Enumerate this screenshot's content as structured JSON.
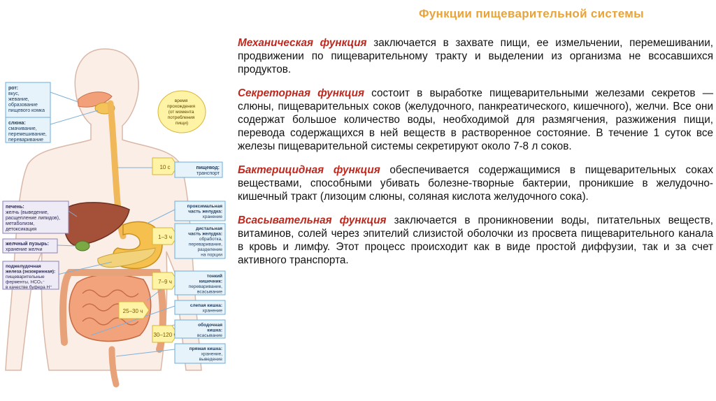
{
  "title": "Функции пищеварительной системы",
  "paragraphs": [
    {
      "term": "Механическая функция",
      "text": " заключается в захвате пищи, ее измельчении, перемешивании, продвижении по пищеварительному тракту и выделении из организма не всосавшихся продуктов."
    },
    {
      "term": "Секреторная функция",
      "text": " состоит в выработке пищеварительными железами секретов — слюны, пищеварительных соков (желудочного, панкреатического, кишечного), желчи. Все они содержат большое количество воды, необходимой для размягчения, разжижения пищи, перевода содержащихся в ней веществ в растворенное состояние. В течение 1 суток все железы пищеварительной системы секретируют около 7-8 л соков."
    },
    {
      "term": "Бактерицидная функция",
      "text": " обеспечивается содержащимися в пищеварительных соках веществами, способными убивать болезне-творные бактерии, проникшие в желудочно-кишечный тракт (лизоцим слюны, соляная кислота желудочного сока)."
    },
    {
      "term": "Всасывательная функция",
      "text": " заключается в проникновении воды, питательных веществ, витаминов, солей через эпителий слизистой оболочки из просвета пищеварительного канала в кровь и лимфу. Этот процесс происходит как в виде простой диффузии, так и за счет активного транспорта."
    }
  ],
  "diagram": {
    "left_labels": [
      {
        "title": "рот:",
        "lines": [
          "вкус,",
          "жевание,",
          "образование",
          "пищевого комка"
        ]
      },
      {
        "title": "слюна:",
        "lines": [
          "смачивание,",
          "перемешивание,",
          "переваривание"
        ]
      },
      {
        "title": "печень:",
        "lines": [
          "желчь (выведение,",
          "расщепление липидов),",
          "метаболизм,",
          "детоксикация"
        ]
      },
      {
        "title": "желчный пузырь:",
        "lines": [
          "хранение желчи"
        ]
      },
      {
        "title": "поджелудочная железа (экзокринная):",
        "lines": [
          "пищеварительные",
          "ферменты, HCO₃⁻",
          "в качестве буфера H⁺"
        ]
      }
    ],
    "right_labels": [
      {
        "title": "пищевод:",
        "lines": [
          "транспорт"
        ]
      },
      {
        "title": "проксимальная часть желудка:",
        "lines": [
          "хранение"
        ]
      },
      {
        "title": "дистальная часть желудка:",
        "lines": [
          "обработка,",
          "переваривание,",
          "разделение",
          "на порции"
        ]
      },
      {
        "title": "тонкий кишечник:",
        "lines": [
          "переваривание,",
          "всасывание"
        ]
      },
      {
        "title": "слепая кишка:",
        "lines": [
          "хранение"
        ]
      },
      {
        "title": "ободочная кишка:",
        "lines": [
          "всасывание"
        ]
      },
      {
        "title": "прямая кишка:",
        "lines": [
          "хранение,",
          "выведение"
        ]
      }
    ],
    "transit_label": "время прохождения (от момента потребления пищи)",
    "times": [
      "10 с",
      "1–3 ч",
      "7–9 ч",
      "25–30 ч",
      "30–120 ч"
    ]
  }
}
